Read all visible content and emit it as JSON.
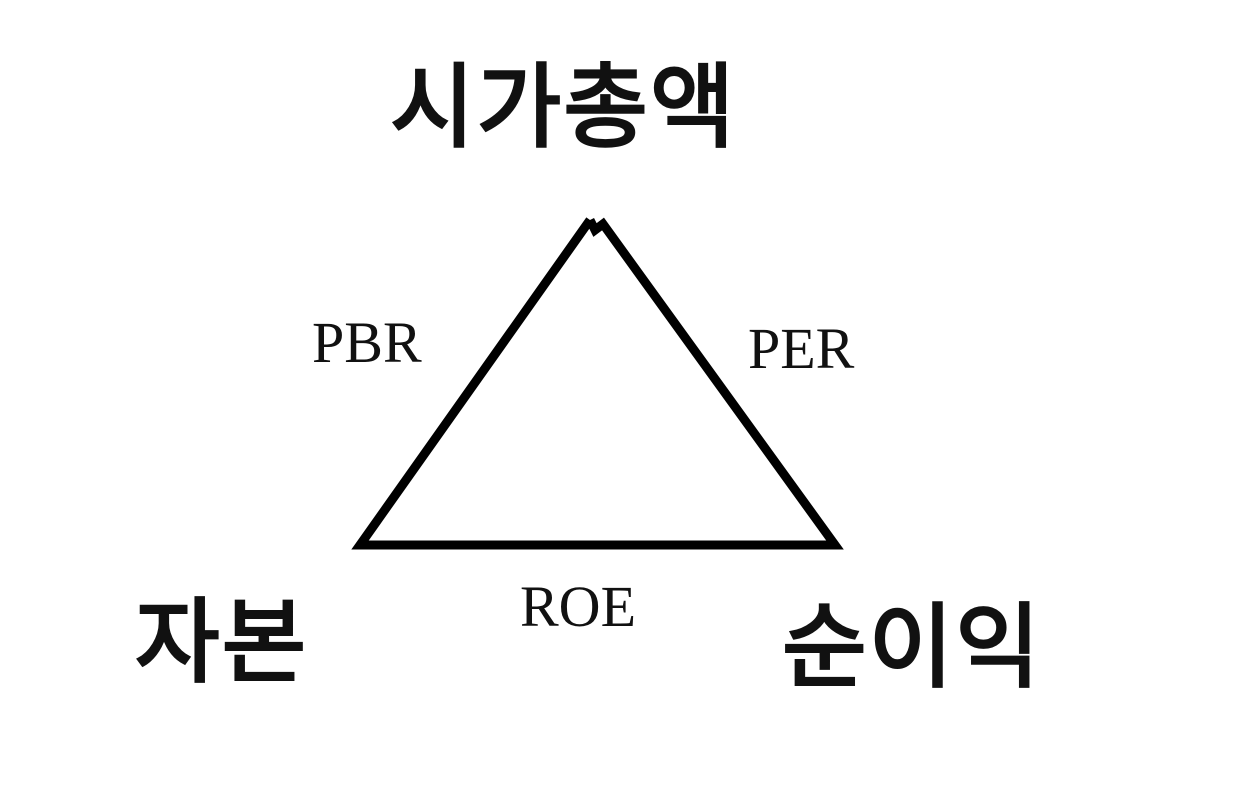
{
  "diagram": {
    "nodes": {
      "top": "시가총액",
      "bottom_left": "자본",
      "bottom_right": "순이익"
    },
    "edges": {
      "left": "PBR",
      "right": "PER",
      "bottom": "ROE"
    },
    "colors": {
      "line": "#000000",
      "text": "#111111",
      "background": "#ffffff"
    }
  }
}
